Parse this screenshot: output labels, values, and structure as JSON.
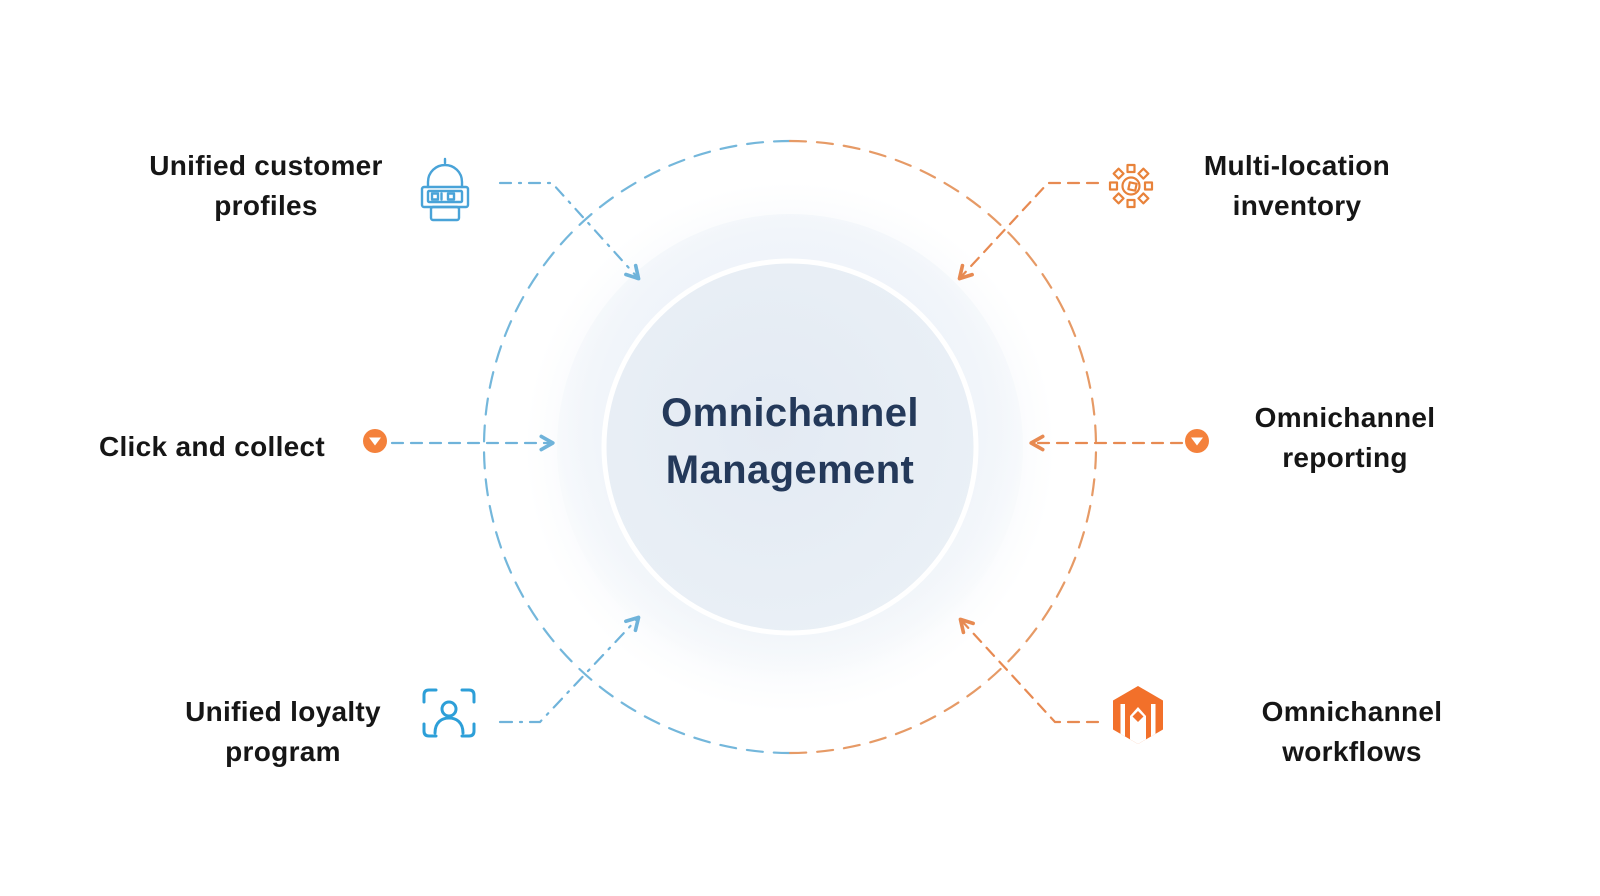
{
  "diagram_title": "Omnichannel Management",
  "center": {
    "line1": "Omnichannel",
    "line2": "Management"
  },
  "nodes": [
    {
      "label": "Unified customer\nprofiles",
      "icon": "pos-terminal-icon",
      "side": "top-left",
      "accent": "blue"
    },
    {
      "label": "Multi-location\ninventory",
      "icon": "distribution-hub-icon",
      "side": "top-right",
      "accent": "orange"
    },
    {
      "label": "Click and collect",
      "icon": "orange-dot-marker",
      "side": "left",
      "accent": "blue"
    },
    {
      "label": "Omnichannel\nreporting",
      "icon": "orange-dot-marker",
      "side": "right",
      "accent": "orange"
    },
    {
      "label": "Unified loyalty\nprogram",
      "icon": "loyalty-member-icon",
      "side": "bottom-left",
      "accent": "blue"
    },
    {
      "label": "Omnichannel\nworkflows",
      "icon": "commerce-box-icon",
      "side": "bottom-right",
      "accent": "orange"
    }
  ],
  "colors": {
    "dash_blue": "#74b7db",
    "dash_orange": "#e республ38a52",
    "marker_orange": "#f4813b",
    "icon_blue": "#3fa0d6",
    "icon_orange": "#f2702a",
    "center_text": "#24395a",
    "label_text": "#161616",
    "center_fill": "#e7edf4"
  }
}
